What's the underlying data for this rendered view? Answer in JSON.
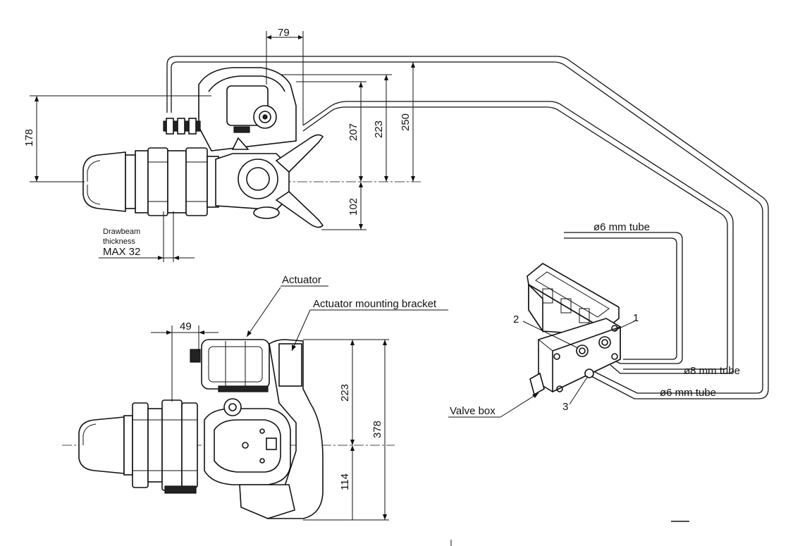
{
  "labels": {
    "actuator": "Actuator",
    "bracket": "Actuator mounting bracket",
    "valve_box": "Valve box",
    "tube_top": "ø6 mm tube",
    "tube_mid": "ø8 mm tube",
    "tube_bottom": "ø6 mm tube",
    "port_1": "1",
    "port_2": "2",
    "port_3": "3",
    "drawbeam_line1": "Drawbeam",
    "drawbeam_line2": "thickness",
    "drawbeam_max": "MAX 32"
  },
  "dimensions": {
    "top_79": "79",
    "top_178": "178",
    "top_207": "207",
    "top_223": "223",
    "top_250": "250",
    "top_102": "102",
    "bottom_49": "49",
    "bottom_223": "223",
    "bottom_378": "378",
    "bottom_114": "114"
  }
}
